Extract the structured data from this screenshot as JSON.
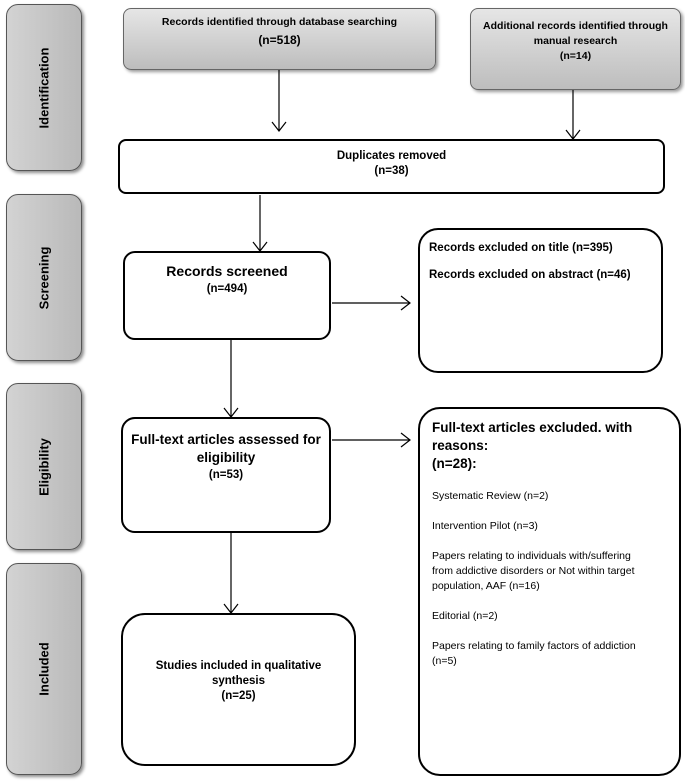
{
  "phases": [
    {
      "label": "Identification"
    },
    {
      "label": "Screening"
    },
    {
      "label": "Eligibility"
    },
    {
      "label": "Included"
    }
  ],
  "identification": {
    "database": {
      "line1": "Records identified through database searching",
      "line2": "(n=518)"
    },
    "manual": {
      "line1": "Additional records identified through",
      "line2": "manual research",
      "line3": "(n=14)"
    }
  },
  "duplicates": {
    "line1": "Duplicates removed",
    "line2": "(n=38)"
  },
  "screened": {
    "line1": "Records screened",
    "line2": "(n=494)"
  },
  "screen_excluded": {
    "title": "Records excluded on title (n=395)",
    "abstract": "Records excluded on abstract (n=46)"
  },
  "fulltext": {
    "line1": "Full-text articles assessed for",
    "line2": "eligibility",
    "line3": "(n=53)"
  },
  "fulltext_excluded": {
    "heading1": "Full-text articles excluded. with reasons:",
    "heading2": "(n=28):",
    "reasons": [
      "Systematic Review (n=2)",
      "Intervention Pilot (n=3)",
      "Papers relating to individuals with/suffering",
      "from addictive disorders or Not within target",
      "population, AAF (n=16)",
      "Editorial (n=2)",
      "Papers relating to family factors of addiction",
      "(n=5)"
    ]
  },
  "included": {
    "line1": "Studies included in qualitative",
    "line2": "synthesis",
    "line3": "(n=25)"
  }
}
